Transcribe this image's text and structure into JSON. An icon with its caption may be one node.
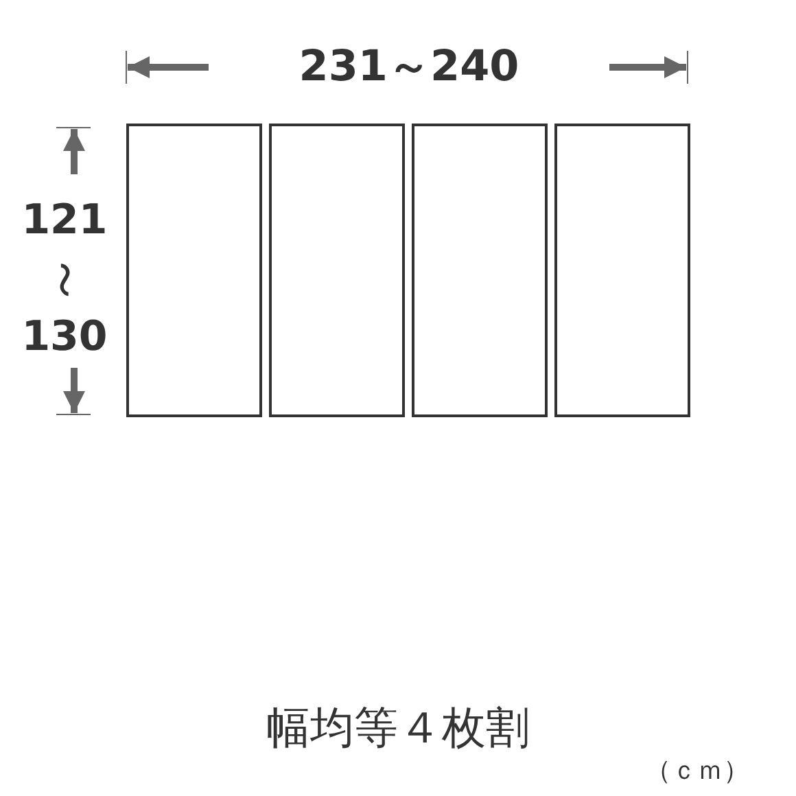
{
  "diagram": {
    "nodes": [
      {
        "text": [],
        "shape": "box"
      },
      {
        "text": [],
        "shape": "box"
      },
      {
        "text": [],
        "shape": "box"
      },
      {
        "text": [],
        "shape": "box"
      }
    ],
    "labels": [
      "231～240",
      "121",
      "～",
      "130",
      "幅均等４枚割",
      "（ｃｍ）"
    ]
  }
}
